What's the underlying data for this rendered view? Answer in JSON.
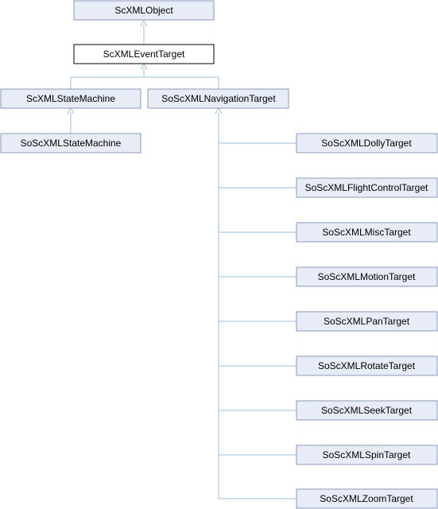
{
  "diagram": {
    "nodes": {
      "scxml_object": "ScXMLObject",
      "scxml_event_target": "ScXMLEventTarget",
      "scxml_state_machine": "ScXMLStateMachine",
      "so_scxml_navigation_target": "SoScXMLNavigationTarget",
      "so_scxml_state_machine": "SoScXMLStateMachine",
      "so_scxml_dolly_target": "SoScXMLDollyTarget",
      "so_scxml_flight_control_target": "SoScXMLFlightControlTarget",
      "so_scxml_misc_target": "SoScXMLMiscTarget",
      "so_scxml_motion_target": "SoScXMLMotionTarget",
      "so_scxml_pan_target": "SoScXMLPanTarget",
      "so_scxml_rotate_target": "SoScXMLRotateTarget",
      "so_scxml_seek_target": "SoScXMLSeekTarget",
      "so_scxml_spin_target": "SoScXMLSpinTarget",
      "so_scxml_zoom_target": "SoScXMLZoomTarget"
    },
    "edges": [
      {
        "from": "scxml_event_target",
        "to": "scxml_object"
      },
      {
        "from": "scxml_state_machine",
        "to": "scxml_event_target"
      },
      {
        "from": "so_scxml_navigation_target",
        "to": "scxml_event_target"
      },
      {
        "from": "so_scxml_state_machine",
        "to": "scxml_state_machine"
      },
      {
        "from": "so_scxml_dolly_target",
        "to": "so_scxml_navigation_target"
      },
      {
        "from": "so_scxml_flight_control_target",
        "to": "so_scxml_navigation_target"
      },
      {
        "from": "so_scxml_misc_target",
        "to": "so_scxml_navigation_target"
      },
      {
        "from": "so_scxml_motion_target",
        "to": "so_scxml_navigation_target"
      },
      {
        "from": "so_scxml_pan_target",
        "to": "so_scxml_navigation_target"
      },
      {
        "from": "so_scxml_rotate_target",
        "to": "so_scxml_navigation_target"
      },
      {
        "from": "so_scxml_seek_target",
        "to": "so_scxml_navigation_target"
      },
      {
        "from": "so_scxml_spin_target",
        "to": "so_scxml_navigation_target"
      },
      {
        "from": "so_scxml_zoom_target",
        "to": "so_scxml_navigation_target"
      }
    ],
    "highlighted_node": "scxml_event_target",
    "colors": {
      "node_fill": "#e8ecf6",
      "node_border": "#8a9ab8",
      "highlight_fill": "#ffffff",
      "highlight_border": "#000000",
      "edge": "#9bbfdc"
    }
  }
}
